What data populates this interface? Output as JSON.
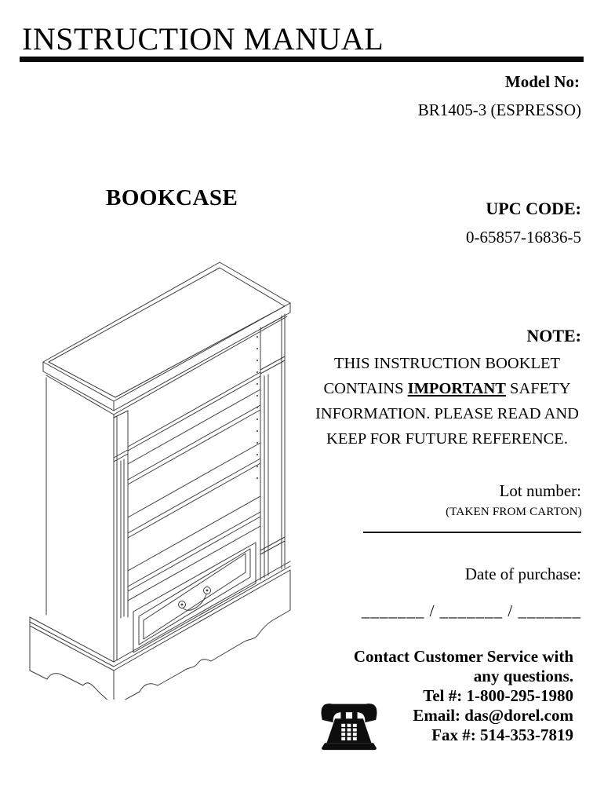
{
  "header": {
    "title": "INSTRUCTION MANUAL"
  },
  "product": {
    "heading": "BOOKCASE"
  },
  "model": {
    "label": "Model No:",
    "value": "BR1405-3 (ESPRESSO)"
  },
  "upc": {
    "label": "UPC CODE:",
    "value": "0-65857-16836-5"
  },
  "note": {
    "label": "NOTE:",
    "text_before": "THIS INSTRUCTION BOOKLET CONTAINS ",
    "highlight": "IMPORTANT",
    "text_after": " SAFETY INFORMATION. PLEASE READ AND KEEP FOR FUTURE REFERENCE."
  },
  "lot": {
    "label": "Lot number:",
    "sublabel": "(TAKEN FROM CARTON)"
  },
  "purchase": {
    "label": "Date of purchase:",
    "blanks": "_______ / _______ / _______"
  },
  "contact": {
    "line1": "Contact Customer Service with",
    "line2": "any questions.",
    "tel": "Tel #: 1-800-295-1980",
    "email": "Email: das@dorel.com",
    "fax": "Fax #: 514-353-7819"
  },
  "illustration": {
    "description": "Isometric line drawing of a bookcase with three adjustable shelves, bottom drawer and scalloped base"
  },
  "colors": {
    "ink": "#000000",
    "line_art": "#3c3c3c",
    "background": "#ffffff"
  }
}
